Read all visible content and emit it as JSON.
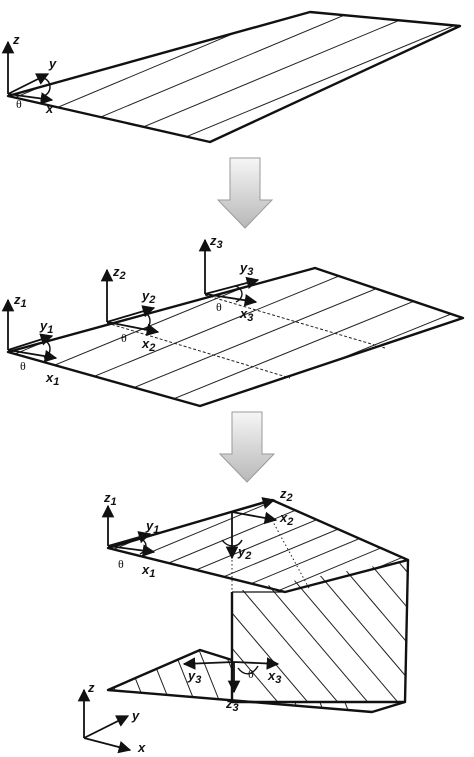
{
  "panel1": {
    "z": "z",
    "y": "y",
    "x": "x",
    "theta": "θ"
  },
  "panel2": {
    "z1": "z",
    "z1_sub": "1",
    "y1": "y",
    "y1_sub": "1",
    "x1": "x",
    "x1_sub": "1",
    "z2": "z",
    "z2_sub": "2",
    "y2": "y",
    "y2_sub": "2",
    "x2": "x",
    "x2_sub": "2",
    "z3": "z",
    "z3_sub": "3",
    "y3": "y",
    "y3_sub": "3",
    "x3": "x",
    "x3_sub": "3",
    "theta": "θ"
  },
  "panel3": {
    "z1": "z",
    "z1_sub": "1",
    "y1": "y",
    "y1_sub": "1",
    "x1": "x",
    "x1_sub": "1",
    "z2": "z",
    "z2_sub": "2",
    "x2": "x",
    "x2_sub": "2",
    "y2": "y",
    "y2_sub": "2",
    "y3": "y",
    "y3_sub": "3",
    "x3": "x",
    "x3_sub": "3",
    "z3": "z",
    "z3_sub": "3",
    "theta": "θ",
    "global_z": "z",
    "global_y": "y",
    "global_x": "x"
  },
  "colors": {
    "arrow_fill_top": "#f4f4f4",
    "arrow_fill_bottom": "#bdbdbd",
    "line": "#111111"
  }
}
